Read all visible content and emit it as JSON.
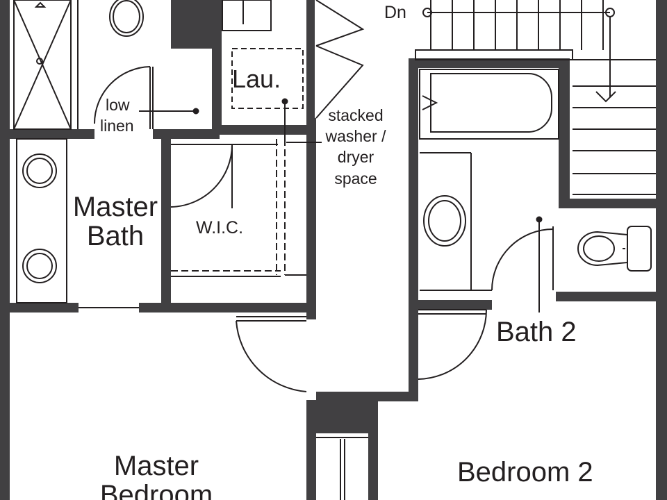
{
  "labels": {
    "dn": "Dn",
    "laundry": "Lau.",
    "low_linen_1": "low",
    "low_linen_2": "linen",
    "stacked_1": "stacked",
    "stacked_2": "washer /",
    "stacked_3": "dryer",
    "stacked_4": "space",
    "master_bath_1": "Master",
    "master_bath_2": "Bath",
    "wic": "W.I.C.",
    "bath2": "Bath 2",
    "master_bedroom_1": "Master",
    "master_bedroom_2": "Bedroom",
    "bedroom2": "Bedroom 2"
  },
  "colors": {
    "wall": "#414042",
    "line": "#231f20",
    "background": "#ffffff"
  }
}
